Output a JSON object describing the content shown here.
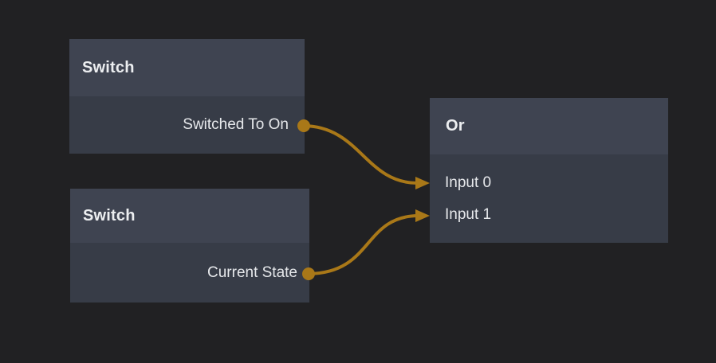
{
  "colors": {
    "canvas_bg": "#212123",
    "node_header_bg": "#3f4451",
    "node_body_bg": "#373c47",
    "title_text": "#eceef0",
    "label_text": "#e6e8eb",
    "wire": "#a97818"
  },
  "nodes": [
    {
      "id": "switch-1",
      "title": "Switch",
      "outputs": [
        {
          "label": "Switched To On"
        }
      ],
      "inputs": []
    },
    {
      "id": "switch-2",
      "title": "Switch",
      "outputs": [
        {
          "label": "Current State"
        }
      ],
      "inputs": []
    },
    {
      "id": "or-1",
      "title": "Or",
      "outputs": [],
      "inputs": [
        {
          "label": "Input 0"
        },
        {
          "label": "Input 1"
        }
      ]
    }
  ],
  "connections": [
    {
      "from_node": "Switch",
      "from_port": "Switched To On",
      "to_node": "Or",
      "to_port": "Input 0"
    },
    {
      "from_node": "Switch",
      "from_port": "Current State",
      "to_node": "Or",
      "to_port": "Input 1"
    }
  ]
}
